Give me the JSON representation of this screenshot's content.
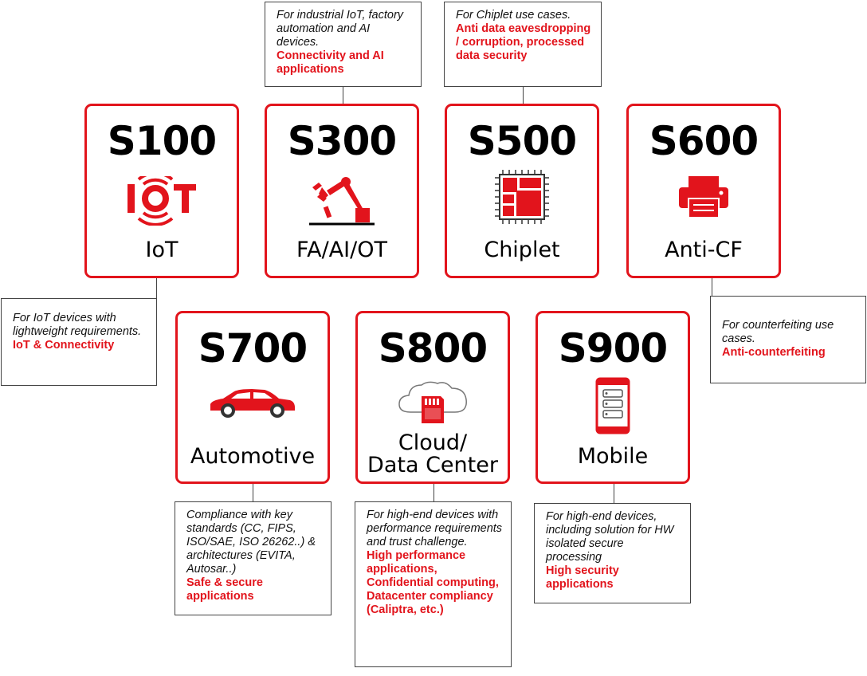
{
  "cards": [
    {
      "code": "S100",
      "label": "IoT",
      "icon": "iot-icon"
    },
    {
      "code": "S300",
      "label": "FA/AI/OT",
      "icon": "robot-arm-icon"
    },
    {
      "code": "S500",
      "label": "Chiplet",
      "icon": "chiplet-icon"
    },
    {
      "code": "S600",
      "label": "Anti-CF",
      "icon": "printer-icon"
    },
    {
      "code": "S700",
      "label": "Automotive",
      "icon": "car-icon"
    },
    {
      "code": "S800",
      "label_line1": "Cloud/",
      "label_line2": "Data Center",
      "icon": "cloud-sd-card-icon"
    },
    {
      "code": "S900",
      "label": "Mobile",
      "icon": "mobile-phone-icon"
    }
  ],
  "notes": {
    "s100": {
      "desc": "For IoT devices with lightweight requirements.",
      "highlight": "IoT & Connectivity"
    },
    "s300": {
      "desc": "For industrial IoT, factory automation and AI devices.",
      "highlight": "Connectivity and AI applications"
    },
    "s500": {
      "desc": "For Chiplet use cases.",
      "highlight": "Anti data eavesdropping / corruption, processed data security"
    },
    "s600": {
      "desc": "For counterfeiting use cases.",
      "highlight": "Anti-counterfeiting"
    },
    "s700": {
      "desc": "Compliance with key standards (CC, FIPS, ISO/SAE, ISO 26262..) & architectures (EVITA, Autosar..)",
      "highlight": "Safe & secure applications"
    },
    "s800": {
      "desc": "For high-end devices with performance requirements and trust challenge.",
      "highlight": "High performance applications, Confidential computing, Datacenter compliancy (Caliptra, etc.)"
    },
    "s900": {
      "desc": "For high-end devices, including solution for HW isolated secure processing",
      "highlight": "High security applications"
    }
  },
  "colors": {
    "accent": "#e2141c",
    "text": "#000000",
    "border": "#444444"
  }
}
